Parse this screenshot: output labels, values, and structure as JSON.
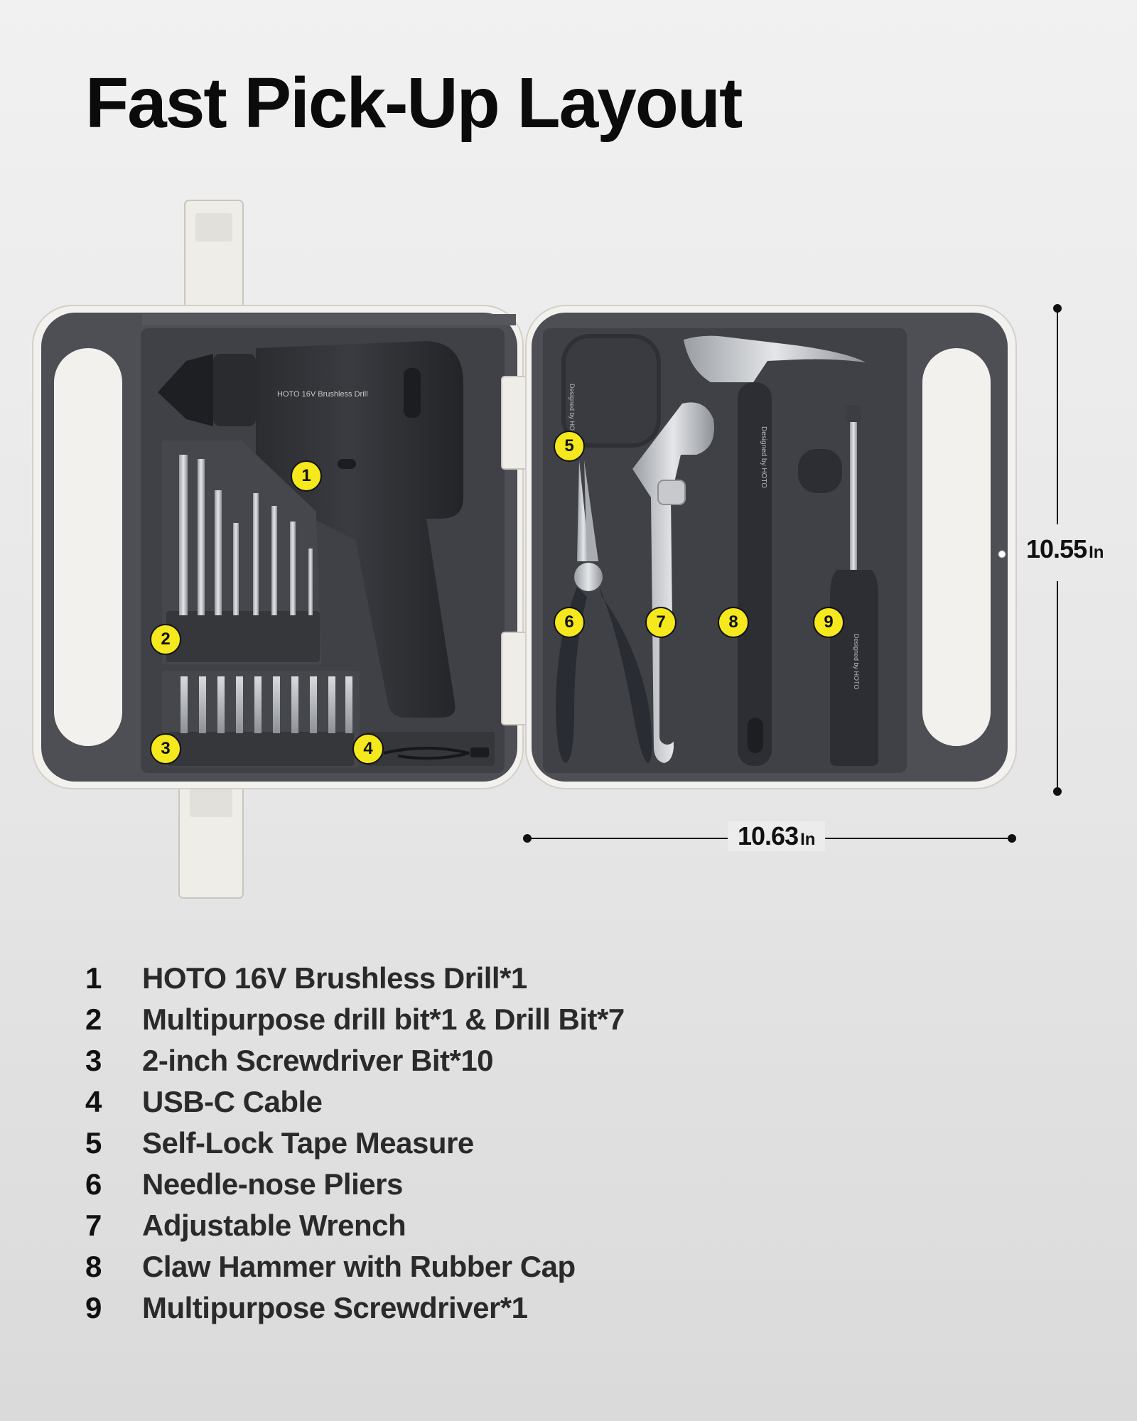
{
  "title": "Fast Pick-Up Layout",
  "dimensions": {
    "height": {
      "value": "10.55",
      "unit": "In"
    },
    "width": {
      "value": "10.63",
      "unit": "In"
    }
  },
  "callouts": [
    "1",
    "2",
    "3",
    "4",
    "5",
    "6",
    "7",
    "8",
    "9"
  ],
  "printed_labels": {
    "drill": "HOTO 16V Brushless Drill",
    "tool_brand": "Designed by HOTO"
  },
  "items": [
    {
      "num": "1",
      "label": "HOTO 16V Brushless Drill*1"
    },
    {
      "num": "2",
      "label": "Multipurpose drill bit*1 & Drill Bit*7"
    },
    {
      "num": "3",
      "label": "2-inch Screwdriver Bit*10"
    },
    {
      "num": "4",
      "label": "USB-C Cable"
    },
    {
      "num": "5",
      "label": "Self-Lock Tape Measure"
    },
    {
      "num": "6",
      "label": "Needle-nose Pliers"
    },
    {
      "num": "7",
      "label": "Adjustable Wrench"
    },
    {
      "num": "8",
      "label": "Claw Hammer with Rubber Cap"
    },
    {
      "num": "9",
      "label": "Multipurpose Screwdriver*1"
    }
  ],
  "colors": {
    "case_shell": "#f2f0ec",
    "case_tray": "#4b4d53",
    "tool_dark": "#2c2e34",
    "callout": "#f5e81c"
  }
}
